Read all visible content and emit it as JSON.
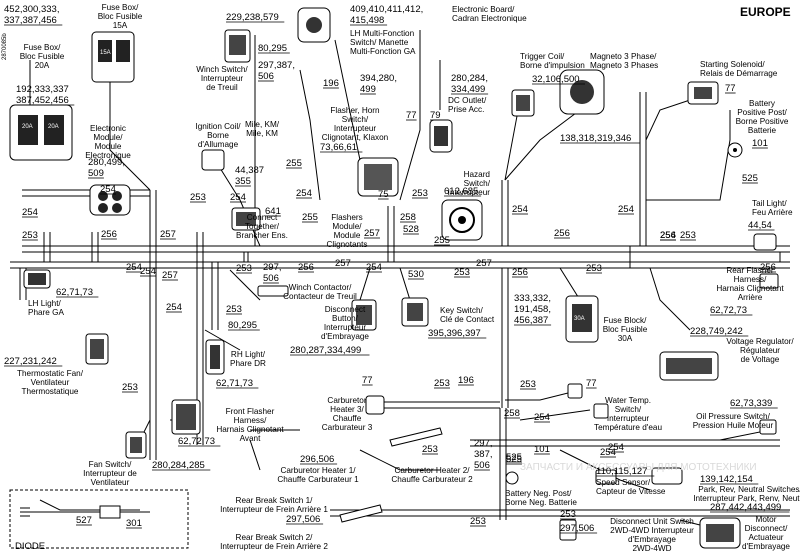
{
  "diagram": {
    "region": "EUROPE",
    "doc_code": "2870085b",
    "diode_label": "DIODE",
    "watermark": "ЗАПЧАСТИ И АКСЕССУАРЫ ДЛЯ МОТОТЕХНИКИ",
    "components": [
      {
        "id": "fuse-box-15a",
        "name": [
          "Fuse Box/",
          "Bloc Fusible",
          "15A"
        ]
      },
      {
        "id": "fuse-box-20a",
        "name": [
          "Fuse Box/",
          "Bloc Fusible",
          "20A"
        ]
      },
      {
        "id": "electronic-module",
        "name": [
          "Electronic",
          "Module/",
          "Module",
          "Electronique"
        ]
      },
      {
        "id": "winch-switch",
        "name": [
          "Winch Switch/",
          "Interrupteur",
          "de Treuil"
        ]
      },
      {
        "id": "multi-function-switch",
        "name": [
          "LH Multi-Fonction",
          "Switch/ Manette",
          "Multi-Fonction GA"
        ]
      },
      {
        "id": "electronic-board",
        "name": [
          "Electronic Board/",
          "Cadran Electronique"
        ]
      },
      {
        "id": "mile-km",
        "name": [
          "Mile, KM/",
          "Mile, KM"
        ]
      },
      {
        "id": "flasher-horn-switch",
        "name": [
          "Flasher, Horn",
          "Switch/",
          "Interrupteur",
          "Clignotant, Klaxon"
        ]
      },
      {
        "id": "dc-outlet",
        "name": [
          "DC Outlet/",
          "Prise Acc."
        ]
      },
      {
        "id": "trigger-coil",
        "name": [
          "Trigger Coil/",
          "Borne d'impulsion"
        ]
      },
      {
        "id": "magneto",
        "name": [
          "Magneto 3 Phase/",
          "Magneto 3 Phases"
        ]
      },
      {
        "id": "starting-solenoid",
        "name": [
          "Starting Solenoid/",
          "Relais de Démarrage"
        ]
      },
      {
        "id": "battery-positive-post",
        "name": [
          "Battery",
          "Positive Post/",
          "Borne Positive",
          "Batterie"
        ]
      },
      {
        "id": "ignition-coil",
        "name": [
          "Ignition Coil/",
          "Borne",
          "d'Allumage"
        ]
      },
      {
        "id": "connect-together",
        "name": [
          "Connect",
          "Together/",
          "Brancher Ens."
        ]
      },
      {
        "id": "flashers-module",
        "name": [
          "Flashers",
          "Module/",
          "Module",
          "Clignotants"
        ]
      },
      {
        "id": "hazard-switch",
        "name": [
          "Hazard",
          "Switch/",
          "Interrupteur"
        ]
      },
      {
        "id": "tail-light",
        "name": [
          "Tail Light/",
          "Feu Arrière"
        ]
      },
      {
        "id": "lh-light",
        "name": [
          "LH Light/",
          "Phare GA"
        ]
      },
      {
        "id": "winch-contactor",
        "name": [
          "Winch Contactor/",
          "Contacteur de Treuil"
        ]
      },
      {
        "id": "key-switch",
        "name": [
          "Key Switch/",
          "Clé de Contact"
        ]
      },
      {
        "id": "rear-flasher-harness",
        "name": [
          "Rear Flasher",
          "Harness/",
          "Harnais Clignotant",
          "Arrière"
        ]
      },
      {
        "id": "thermostatic-fan",
        "name": [
          "Thermostatic Fan/",
          "Ventilateur",
          "Thermostatique"
        ]
      },
      {
        "id": "rh-light",
        "name": [
          "RH Light/",
          "Phare DR"
        ]
      },
      {
        "id": "disconnect-button",
        "name": [
          "Disconnect",
          "Button/",
          "Interrupteur",
          "d'Embrayage"
        ]
      },
      {
        "id": "fuse-block-30a",
        "name": [
          "Fuse Block/",
          "Bloc Fusible",
          "30A"
        ]
      },
      {
        "id": "voltage-regulator",
        "name": [
          "Voltage Regulator/",
          "Régulateur",
          "de Voltage"
        ]
      },
      {
        "id": "front-flasher-harness",
        "name": [
          "Front Flasher",
          "Harness/",
          "Harnais Clignotant",
          "Avant"
        ]
      },
      {
        "id": "carburetor-heater-3",
        "name": [
          "Carburetor",
          "Heater 3/",
          "Chauffe",
          "Carburateur 3"
        ]
      },
      {
        "id": "water-temp-switch",
        "name": [
          "Water Temp.",
          "Switch/",
          "Interrupteur",
          "Température d'eau"
        ]
      },
      {
        "id": "oil-pressure-switch",
        "name": [
          "Oil Pressure Switch/",
          "Pression Huile Moteur"
        ]
      },
      {
        "id": "fan-switch",
        "name": [
          "Fan Switch/",
          "Interrupteur de",
          "Ventilateur"
        ]
      },
      {
        "id": "carburetor-heater-1",
        "name": [
          "Carburetor Heater 1/",
          "Chauffe Carburateur 1"
        ]
      },
      {
        "id": "carburetor-heater-2",
        "name": [
          "Carburetor Heater 2/",
          "Chauffe Carburateur 2"
        ]
      },
      {
        "id": "battery-negative-post",
        "name": [
          "Battery Neg. Post/",
          "Borne Neg. Batterie"
        ]
      },
      {
        "id": "speed-sensor",
        "name": [
          "Speed Sensor/",
          "Capteur de Vitesse"
        ]
      },
      {
        "id": "park-switch",
        "name": [
          "Park, Rev, Neutral Switches/",
          "Interrupteur Park, Renv, Neutre"
        ]
      },
      {
        "id": "rear-brake-switch-1",
        "name": [
          "Rear Break Switch 1/",
          "Interrupteur de Frein Arrière 1"
        ]
      },
      {
        "id": "rear-brake-switch-2",
        "name": [
          "Rear Break Switch 2/",
          "Interrupteur de Frein Arrière 2"
        ]
      },
      {
        "id": "disconnect-unit-switch",
        "name": [
          "Disconnect Unit Switch",
          "2WD-4WD Interrupteur",
          "d'Embrayage",
          "2WD-4WD"
        ]
      },
      {
        "id": "motor-disconnect",
        "name": [
          "Motor",
          "Disconnect/",
          "Actuateur",
          "d'Embrayage"
        ]
      }
    ],
    "part_numbers": {
      "fuse15": [
        "452,300,333,",
        "337,387,456"
      ],
      "fuse20": [
        "192,333,337",
        "387,452,456"
      ],
      "elecmod": [
        "280,499,",
        "509"
      ],
      "winch": "229,238,579",
      "multifn": [
        "409,410,411,412,",
        "415,498"
      ],
      "p80295a": "80,295",
      "p297387": [
        "297,387,",
        "506"
      ],
      "p196a": "196",
      "p394280": [
        "394,280,",
        "499"
      ],
      "p280284": [
        "280,284,",
        "334,499"
      ],
      "p79": "79",
      "p77a": "77",
      "p73": "73,66,61",
      "p75": "75",
      "p32106": "32,106,500",
      "p138": "138,318,319,346",
      "p77b": "77",
      "p101a": "101",
      "p525a": "525",
      "p44387": [
        "44,387",
        "355"
      ],
      "p641": "641",
      "p255a": "255",
      "p254": "254",
      "p253": "253",
      "p256": "256",
      "p257": "257",
      "p258": "258",
      "p528": "528",
      "p612": "612,685",
      "p255b": "255",
      "p4454": "44,54",
      "p627173a": "62,71,73",
      "p297506b": [
        "297,",
        "506"
      ],
      "p80295b": "80,295",
      "p530": "530",
      "p395": "395,396,397",
      "p333332": [
        "333,332,",
        "191,458,",
        "456,387"
      ],
      "p627273a": "62,72,73",
      "p227": "227,231,242",
      "p627173b": "62,71,73",
      "p280287": "280,287,334,499",
      "p228": "228,749,242",
      "p627273b": "62,72,73",
      "p280284285": "280,284,285",
      "p77c": "77",
      "p196b": "196",
      "p2963": "296,506",
      "p297387b": [
        "297,",
        "387,",
        "506"
      ],
      "p77d": "77",
      "p627339": "62,73,339",
      "p101b": "101",
      "p525b": "525",
      "p110115": "110,115,127",
      "p139142": "139,142,154",
      "p287442": "287,442,443,499",
      "p527": "527",
      "p301": "301",
      "p297506c": "297,506",
      "p297506d": "297,506"
    }
  }
}
